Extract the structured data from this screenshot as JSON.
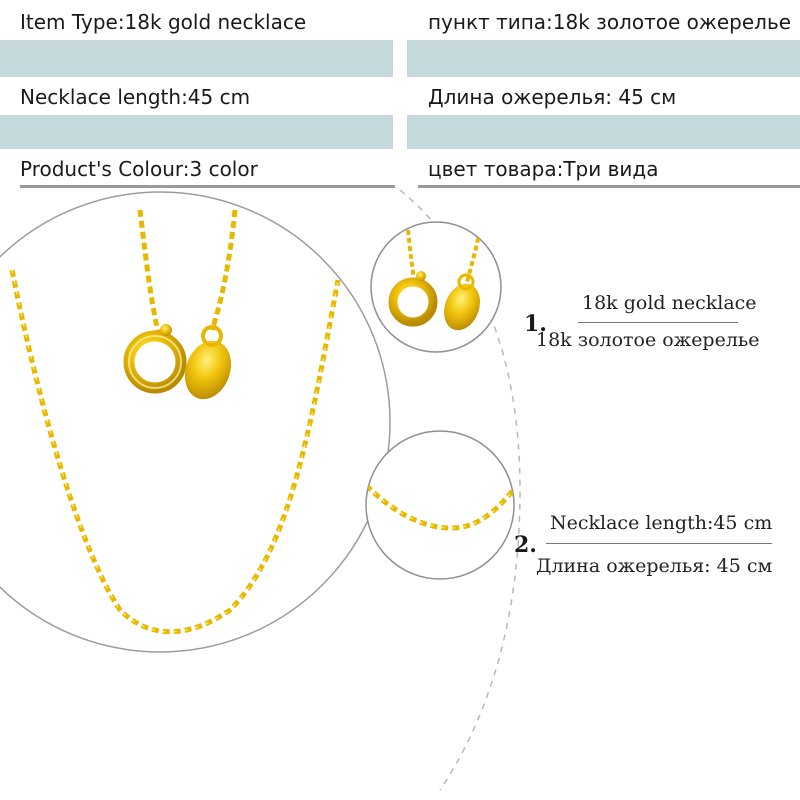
{
  "specs": [
    {
      "label_en": "Item Type:18k gold necklace",
      "label_ru": "пункт типа:18k золотое ожерелье"
    },
    {
      "label_en": "Necklace length:45 cm",
      "label_ru": "Длина ожерелья: 45 см"
    },
    {
      "label_en": "Product's Colour:3 color",
      "label_ru": "цвет товара:Три вида"
    }
  ],
  "details": [
    {
      "number": "1.",
      "title_en": "18k gold necklace",
      "title_ru": "18k золотое ожерелье"
    },
    {
      "number": "2.",
      "title_en": "Necklace length:45 cm",
      "title_ru": "Длина ожерелья: 45 см"
    }
  ],
  "colors": {
    "band": "#c5d9dc",
    "gold": "#f2c40d",
    "gold_dark": "#c79a00",
    "rule": "#9a9a9a"
  }
}
